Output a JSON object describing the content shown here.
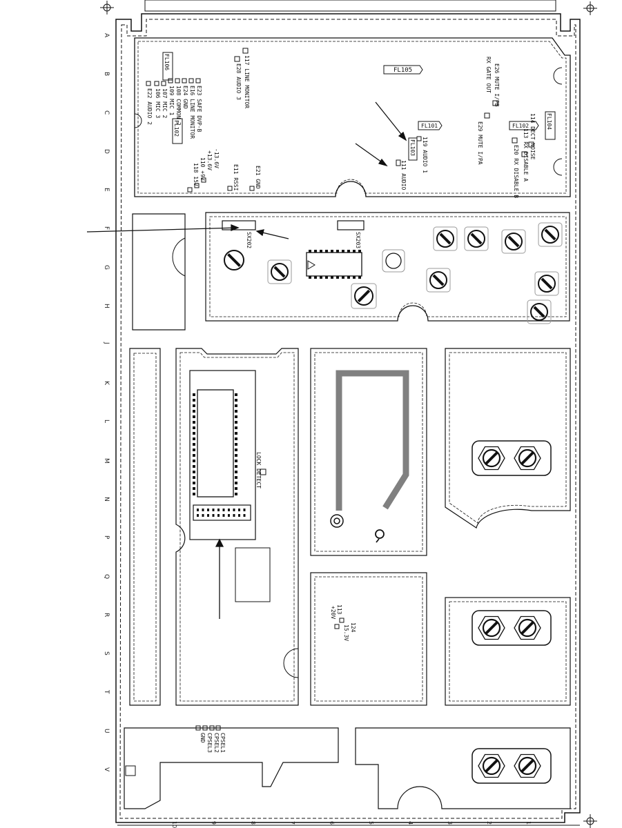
{
  "row_letters": [
    "A",
    "B",
    "C",
    "D",
    "E",
    "F",
    "G",
    "H",
    "J",
    "K",
    "L",
    "M",
    "N",
    "P",
    "Q",
    "R",
    "S",
    "T",
    "U",
    "V"
  ],
  "col_numbers": [
    "10",
    "9",
    "8",
    "7",
    "6",
    "5",
    "4",
    "3",
    "2",
    "1"
  ],
  "filter_labels": {
    "fl105": "FL105",
    "fl106": "FL106",
    "fl102": "FL102",
    "fl101": "FL101",
    "fl103": "FL103",
    "fl104": "FL104"
  },
  "top_left_labels": [
    "E23 SAFE DVP-B",
    "E16 LINE MONITOR",
    "E24 GND",
    "108 COMMON 2",
    "109 MIC 1",
    "107 MIC 2",
    "106 MIC 3",
    "E22 AUDIO 2"
  ],
  "audio_monitor_labels": [
    "117 LINE MONITOR",
    "E28 AUDIO 3"
  ],
  "supply_labels": [
    "-13.6V",
    "+13.6V",
    "110 +9V",
    "118 15V",
    "E11 RSSI",
    "E21 GND"
  ],
  "right_top_labels": [
    "E26 MUTE I/PB",
    "RX GATE OUT",
    "E29 MUTE I/PA",
    "114 DECT NOISE",
    "113 RX DISABLE A",
    "E20 RX DISABLE B",
    "119 AUDIO 1",
    "111 AUDIO"
  ],
  "sx_labels": [
    "SX202",
    "SX203"
  ],
  "lock_label": "LOCK DETECT",
  "lower_labels": [
    "124",
    "15.3V",
    "113",
    "+20V"
  ],
  "bottom_labels": [
    "CPSEL1",
    "CPSEL2",
    "CPSEL3",
    "GND"
  ],
  "colors": {
    "ink": "#111111",
    "trace": "#808080",
    "background": "#ffffff"
  }
}
